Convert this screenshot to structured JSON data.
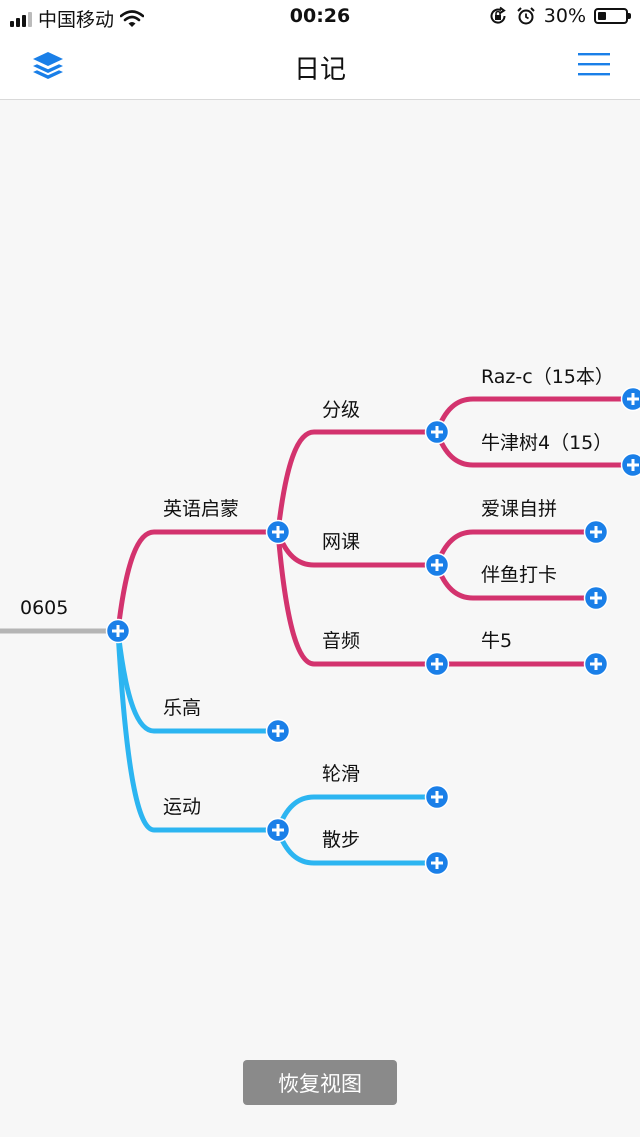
{
  "status_bar": {
    "carrier": "中国移动",
    "time": "00:26",
    "battery_percent": "30%",
    "battery_level": 0.3,
    "icons": [
      "signal-icon",
      "wifi-icon",
      "rotation-lock-icon",
      "alarm-icon",
      "battery-icon"
    ]
  },
  "header": {
    "title": "日记",
    "left_icon": "layers-icon",
    "right_icon": "hamburger-menu-icon"
  },
  "mindmap": {
    "colors": {
      "root": "#b5b5b5",
      "branch_pink": "#d3336e",
      "branch_blue": "#2cb5f1",
      "expand_button": "#1a7fe8"
    },
    "root": "0605",
    "nodes": {
      "english": "英语启蒙",
      "grading": "分级",
      "raz": "Raz-c（15本）",
      "oxford": "牛津树4（15）",
      "online": "网课",
      "aike": "爱课自拼",
      "banyu": "伴鱼打卡",
      "audio": "音频",
      "niu5": "牛5",
      "lego": "乐高",
      "sports": "运动",
      "skating": "轮滑",
      "walking": "散步"
    }
  },
  "footer": {
    "restore_view_label": "恢复视图"
  }
}
